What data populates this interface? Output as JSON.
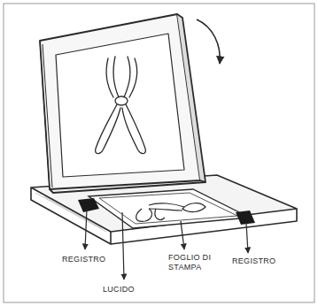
{
  "diagram": {
    "labels": [
      "REGISTRO",
      "LUCIDO",
      "FOGLIO DI STAMPA",
      "REGISTRO"
    ]
  }
}
